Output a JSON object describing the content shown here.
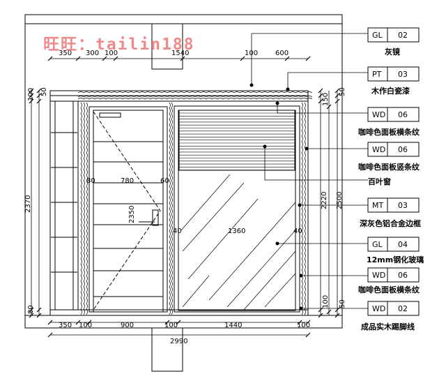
{
  "watermark": "旺旺：tailin188",
  "dims": {
    "top": [
      "350",
      "300",
      "100",
      "1540",
      "100",
      "600"
    ],
    "bottom": [
      "350",
      "100",
      "900",
      "100",
      "1440",
      "100"
    ],
    "total": "2990",
    "left": [
      "100",
      "50",
      "2370",
      "80"
    ],
    "inner": [
      "80",
      "780",
      "60",
      "2350",
      "40",
      "1360",
      "40"
    ],
    "right": [
      "150",
      "50",
      "2220",
      "2500",
      "100",
      "50"
    ]
  },
  "callouts": [
    {
      "code": "GL",
      "num": "02",
      "label": "灰镜"
    },
    {
      "code": "PT",
      "num": "03",
      "label": "木作白瓷漆"
    },
    {
      "code": "WD",
      "num": "06",
      "label": "咖啡色面板横条纹"
    },
    {
      "code": "WD",
      "num": "06",
      "label": "咖啡色面板竖条纹"
    },
    {
      "code": "",
      "num": "",
      "label": "百叶窗"
    },
    {
      "code": "MT",
      "num": "03",
      "label": "深灰色铝合金边框"
    },
    {
      "code": "GL",
      "num": "04",
      "label": "12mm钢化玻璃"
    },
    {
      "code": "WD",
      "num": "06",
      "label": "咖啡色面板横条纹"
    },
    {
      "code": "WD",
      "num": "02",
      "label": "成品实木踢脚线"
    }
  ],
  "colors": {
    "line": "#000000",
    "watermark": "#f08a8a"
  }
}
